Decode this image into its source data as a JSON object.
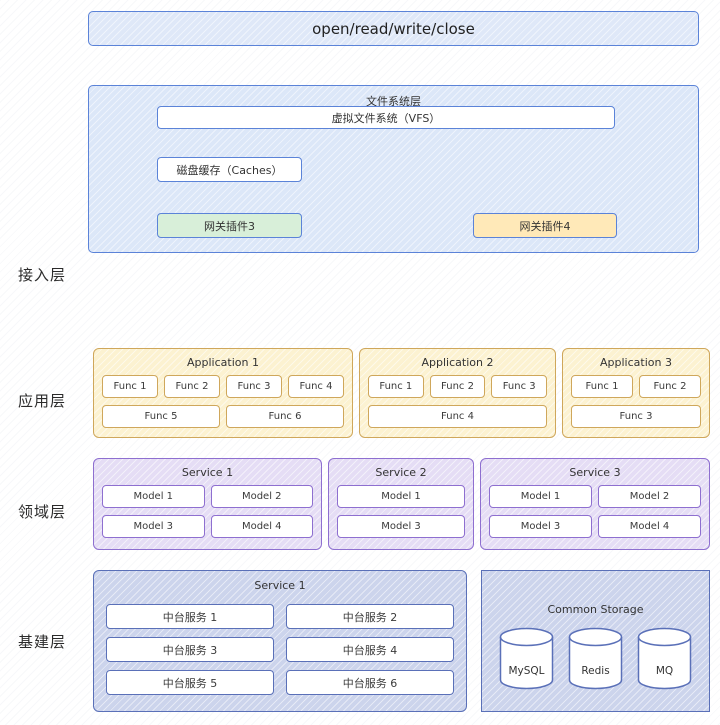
{
  "top_bar": {
    "label": "open/read/write/close"
  },
  "fs_layer": {
    "title": "文件系统层",
    "vfs": "虚拟文件系统（VFS）",
    "cache": "磁盘缓存（Caches）",
    "plugin3": "网关插件3",
    "plugin4": "网关插件4"
  },
  "layers": [
    "接入层",
    "应用层",
    "领域层",
    "基建层"
  ],
  "apps": [
    {
      "title": "Application 1",
      "rows": [
        [
          "Func 1",
          "Func 2",
          "Func 3",
          "Func 4"
        ],
        [
          "Func 5",
          "Func 6"
        ]
      ]
    },
    {
      "title": "Application 2",
      "rows": [
        [
          "Func 1",
          "Func 2",
          "Func 3"
        ],
        [
          "Func 4"
        ]
      ]
    },
    {
      "title": "Application 3",
      "rows": [
        [
          "Func 1",
          "Func 2"
        ],
        [
          "Func 3"
        ]
      ]
    }
  ],
  "services": [
    {
      "title": "Service 1",
      "rows": [
        [
          "Model 1",
          "Model 2"
        ],
        [
          "Model 3",
          "Model 4"
        ]
      ]
    },
    {
      "title": "Service 2",
      "rows": [
        [
          "Model 1"
        ],
        [
          "Model 3"
        ]
      ]
    },
    {
      "title": "Service 3",
      "rows": [
        [
          "Model 1",
          "Model 2"
        ],
        [
          "Model 3",
          "Model 4"
        ]
      ]
    }
  ],
  "infra": {
    "service": {
      "title": "Service 1",
      "items": [
        "中台服务 1",
        "中台服务 2",
        "中台服务 3",
        "中台服务 4",
        "中台服务 5",
        "中台服务 6"
      ]
    },
    "storage": {
      "title": "Common Storage",
      "items": [
        "MySQL",
        "Redis",
        "MQ"
      ]
    }
  },
  "colors": {
    "blue_fill": "#dce7f8",
    "blue_border": "#5b83d8",
    "green_fill": "#d8efd9",
    "yellow_fill": "#ffe9b8",
    "app_fill": "#fcf2d1",
    "app_border": "#cfa75b",
    "service_fill": "#e5ddf5",
    "service_border": "#8e6fd0",
    "infra_fill": "#ccd4ec",
    "infra_border": "#5a70b8"
  }
}
